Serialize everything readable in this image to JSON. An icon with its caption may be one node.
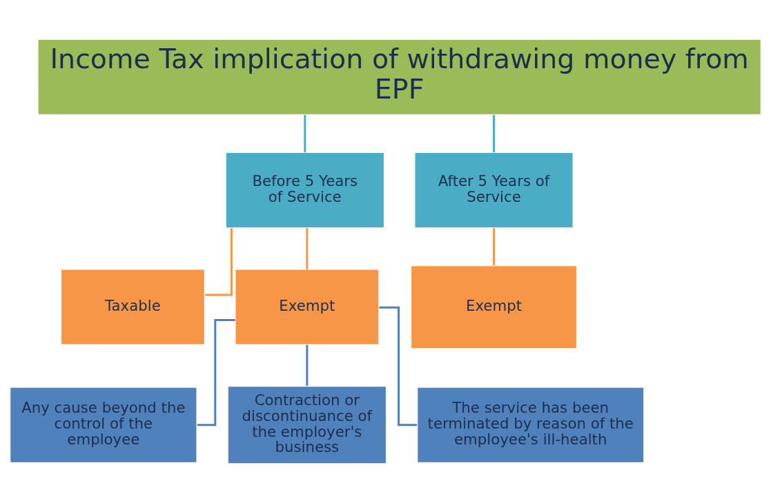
{
  "diagram": {
    "nodes": [
      {
        "text": [
          "Income Tax implication of withdrawing money from EPF"
        ]
      },
      {
        "text": [
          "Before 5 Years of Service"
        ]
      },
      {
        "text": [
          "After 5 Years of Service"
        ]
      },
      {
        "text": [
          "Taxable"
        ]
      },
      {
        "text": [
          "Exempt"
        ]
      },
      {
        "text": [
          "Exempt"
        ]
      },
      {
        "text": [
          "Any cause beyond the control of the employee"
        ]
      },
      {
        "text": [
          "Contraction or discontinuance of the employer's business"
        ]
      },
      {
        "text": [
          "The service has been terminated by reason of the employee's ill-health"
        ]
      }
    ],
    "edges": [
      {
        "from": 0,
        "to": 1,
        "arrow": "none",
        "color": "#4bacc6"
      },
      {
        "from": 0,
        "to": 2,
        "arrow": "none",
        "color": "#4bacc6"
      },
      {
        "from": 1,
        "to": 3,
        "arrow": "none",
        "color": "#f79646"
      },
      {
        "from": 1,
        "to": 4,
        "arrow": "none",
        "color": "#f79646"
      },
      {
        "from": 2,
        "to": 5,
        "arrow": "none",
        "color": "#f79646"
      },
      {
        "from": 4,
        "to": 6,
        "arrow": "none",
        "color": "#4f81bd"
      },
      {
        "from": 4,
        "to": 7,
        "arrow": "none",
        "color": "#4f81bd"
      },
      {
        "from": 4,
        "to": 8,
        "arrow": "none",
        "color": "#4f81bd"
      }
    ]
  }
}
